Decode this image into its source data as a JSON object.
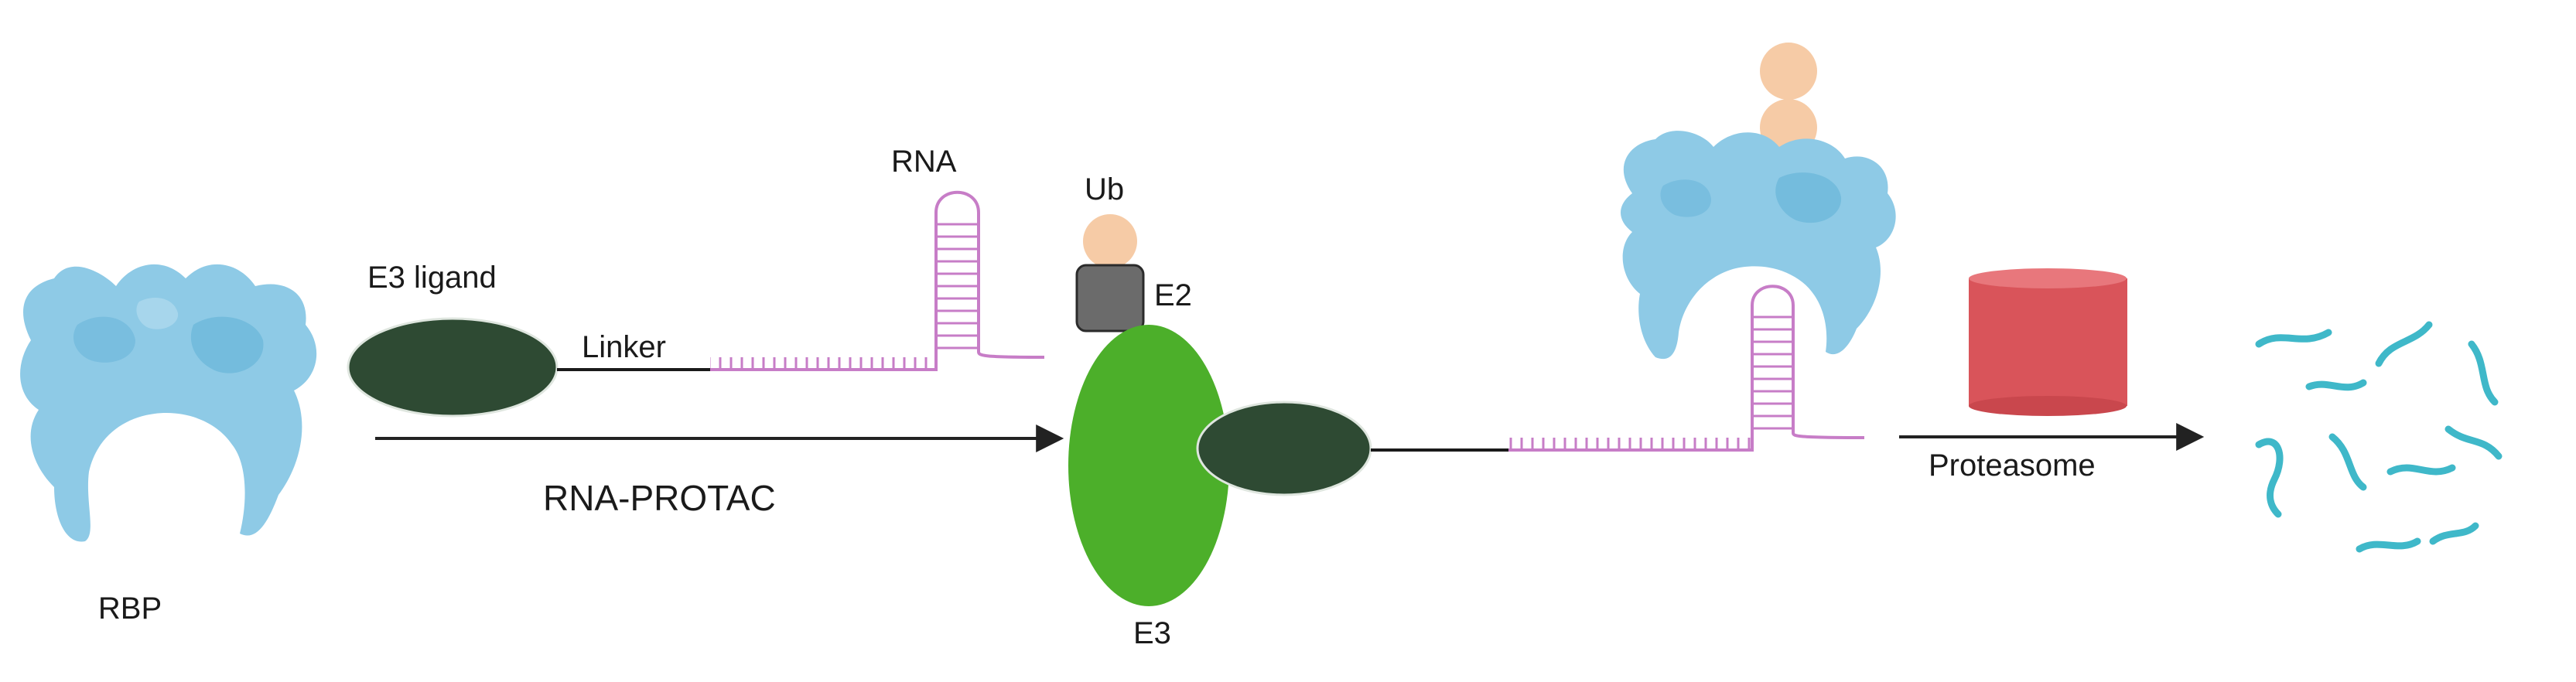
{
  "labels": {
    "rbp": "RBP",
    "e3_ligand": "E3 ligand",
    "linker": "Linker",
    "rna": "RNA",
    "rna_protac": "RNA-PROTAC",
    "ub": "Ub",
    "e2": "E2",
    "e3": "E3",
    "proteasome": "Proteasome"
  },
  "icons": {
    "protein": "rbp-protein-icon",
    "ligand": "e3-ligand-ellipse-icon",
    "rna": "rna-hairpin-icon",
    "ubiquitin": "ubiquitin-icon",
    "e2": "e2-enzyme-icon",
    "e3": "e3-ligase-icon",
    "proteasome": "proteasome-cylinder-icon",
    "fragments": "peptide-fragments-icon",
    "arrow": "arrow-icon"
  },
  "colors": {
    "protein": "#8ecae6",
    "protein_dark": "#5fb0d6",
    "ligand": "#2e4a33",
    "rna": "#c77dc7",
    "e3": "#4caf2a",
    "e2": "#6b6b6b",
    "ubiquitin": "#f6cba6",
    "proteasome": "#d9545a",
    "fragments": "#3fb8c9",
    "arrow": "#222222"
  }
}
